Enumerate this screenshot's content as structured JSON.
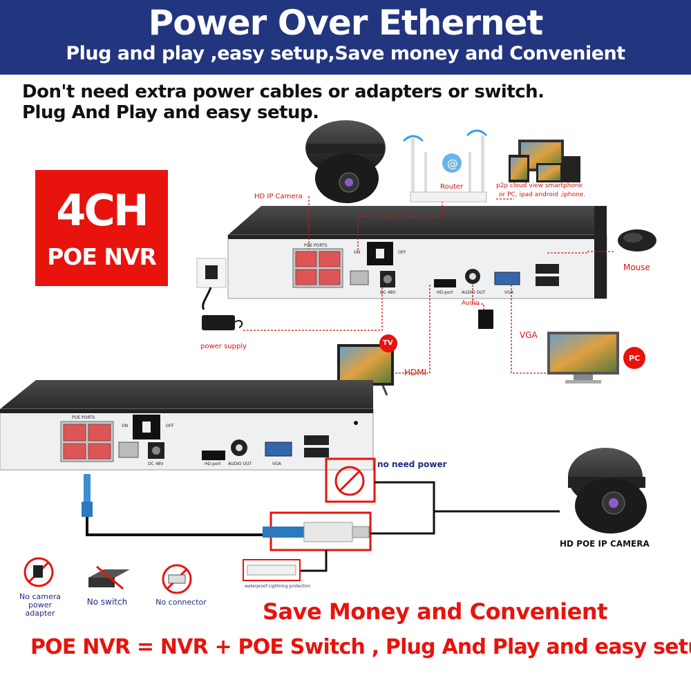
{
  "banner": {
    "title": "Power Over Ethernet",
    "subtitle": "Plug and play ,easy setup,Save money and Convenient"
  },
  "intro": {
    "line1": "Don't need extra power cables or adapters or switch.",
    "line2": "Plug And Play and easy setup."
  },
  "badge": {
    "line1": "4CH",
    "line2": "POE NVR"
  },
  "top_diagram": {
    "hd_ip_camera": "HD IP Camera",
    "router": "Router",
    "p2p_line1": "p2p cloud  view smartphone",
    "p2p_line2": "or PC, ipad android ,iphone.",
    "mouse": "Mouse",
    "power_supply": "power supply",
    "tv": "TV",
    "hdmi": "HDMI",
    "vga": "VGA",
    "pc": "PC",
    "audio": "Audio",
    "nvr_labels": {
      "poe_ports": "POE  PORTS",
      "on": "ON",
      "off": "OFF",
      "dc48v": "DC 48V",
      "hd_port": "HD-port",
      "audio_out": "AUDIO OUT",
      "vga": "VGA"
    }
  },
  "bottom_diagram": {
    "no_need_power": "no need power",
    "hd_poe_ip_camera": "HD POE IP CAMERA",
    "waterproof": "waterproof Lightning protection",
    "nvr_labels": {
      "poe_ports": "POE  PORTS",
      "on": "ON",
      "off": "OFF",
      "dc48v": "DC 48V",
      "hd_port": "HD-port",
      "audio_out": "AUDIO OUT",
      "vga": "VGA"
    }
  },
  "icons_row": {
    "no_adapter_line1": "No camera",
    "no_adapter_line2": "power adapter",
    "no_switch": "No switch",
    "no_connector": "No connector"
  },
  "save_money": "Save Money and Convenient",
  "formula": "POE NVR = NVR + POE Switch , Plug And Play and easy setup.",
  "colors": {
    "banner": "#22357f",
    "accent_red": "#e8130d",
    "caption_blue": "#1f2a80"
  }
}
